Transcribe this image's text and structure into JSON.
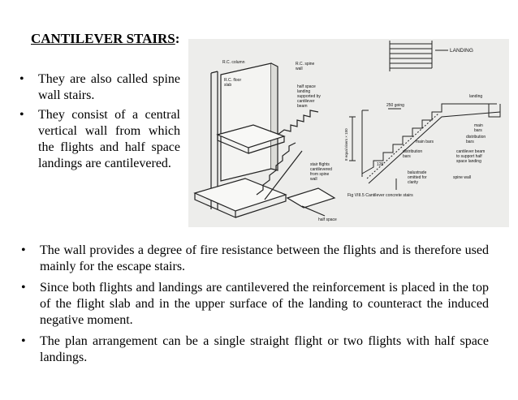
{
  "slide": {
    "title": "CANTILEVER STAIRS",
    "title_suffix": ":",
    "top_bullets": [
      "They are also called spine wall stairs.",
      "They consist of a central vertical wall from which the flights and half space landings are cantilevered."
    ],
    "bottom_bullets": [
      "The wall provides a degree of fire resistance between the flights and is therefore used mainly for the escape stairs.",
      "Since both flights and landings are cantilevered the reinforcement is placed in the top of the flight slab and in the upper surface of the landing to counteract the induced negative moment.",
      "The plan arrangement can be a single straight flight or two flights with half space landings."
    ],
    "bullet_glyph": "•"
  },
  "figure": {
    "labels": {
      "rc_column": "R.C. column",
      "rc_floor_slab_1": "R.C. floor",
      "rc_floor_slab_2": "slab",
      "rc_spine_1": "R.C. spine",
      "rc_spine_2": "wall",
      "half_space_1": "half space",
      "half_space_2": "landing",
      "half_space_3": "supported by",
      "half_space_4": "cantilever",
      "half_space_5": "beam",
      "landing_top": "LANDING",
      "landing": "landing",
      "going": "250 going",
      "equal_risers": "8 equal risers × 150",
      "main_bars": "main bars",
      "distribution_1": "distribution",
      "distribution_2": "bars",
      "main_bars_r1": "main",
      "main_bars_r2": "bars",
      "distribution_r1": "distribution",
      "distribution_r2": "bars",
      "cantilever_beam_1": "cantilever beam",
      "cantilever_beam_2": "to support half",
      "cantilever_beam_3": "space landing",
      "stair_flights_1": "stair flights",
      "stair_flights_2": "cantilevered",
      "stair_flights_3": "from spine",
      "stair_flights_4": "wall",
      "dim_125": "125",
      "balustrade_1": "balustrade",
      "balustrade_2": "omitted for",
      "balustrade_3": "clarity",
      "spine_wall": "spine wall",
      "caption": "Fig VIII.5 Cantilever concrete stairs",
      "half_space_bottom": "half space"
    }
  }
}
